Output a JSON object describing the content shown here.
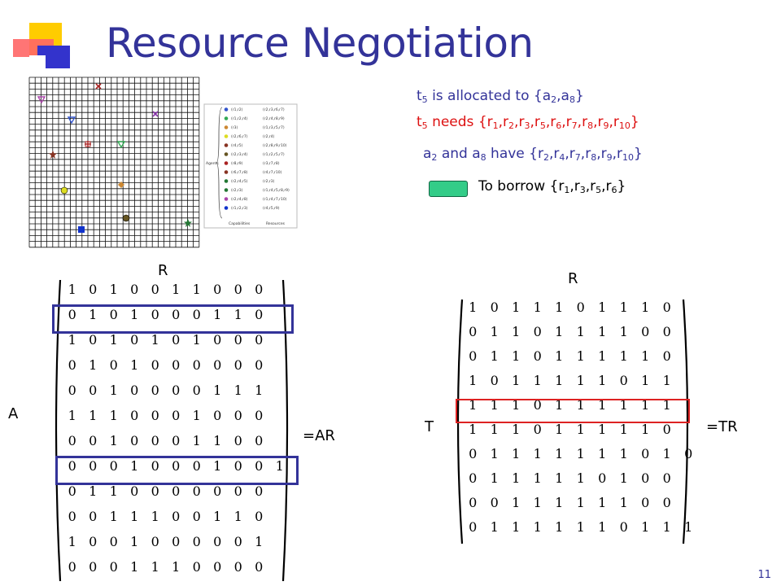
{
  "slide": {
    "title": "Resource Negotiation",
    "page_number": "11"
  },
  "statements": {
    "line1": {
      "t": "t",
      "t_sub": "5",
      "text": " is allocated to {a",
      "a1": "2",
      "comma": ",a",
      "a2": "8",
      "close": "}"
    },
    "line2": {
      "t": "t",
      "t_sub": "5",
      "prefix": " needs {",
      "items": [
        "1",
        "2",
        "3",
        "5",
        "6",
        "7",
        "8",
        "9",
        "10"
      ]
    },
    "line3": {
      "a": "a",
      "a_sub": "2",
      "mid": " and a",
      "a2_sub": "8",
      "prefix": " have {",
      "items": [
        "2",
        "4",
        "7",
        "8",
        "9",
        "10"
      ]
    },
    "line4": {
      "prefix": "To borrow {",
      "items": [
        "1",
        "3",
        "5",
        "6"
      ]
    }
  },
  "labels": {
    "r_left": "R",
    "r_right": "R",
    "a": "A",
    "t": "T",
    "ar": "=AR",
    "tr": "=TR"
  },
  "legend": {
    "side_label": "Agents",
    "footer_cap": "Capabilities",
    "footer_res": "Resources",
    "rows": [
      {
        "cap": "(r1,r2)",
        "res": "(r2,r3,r6,r7)"
      },
      {
        "cap": "(r1,r2,r4)",
        "res": "(r2,r4,r8,r9)"
      },
      {
        "cap": "(r3)",
        "res": "(r1,r3,r5,r7)"
      },
      {
        "cap": "(r2,r6,r7)",
        "res": "(r2,r4)"
      },
      {
        "cap": "(r4,r5)",
        "res": "(r2,r8,r9,r10)"
      },
      {
        "cap": "(r2,r3,r4)",
        "res": "(r1,r2,r5,r7)"
      },
      {
        "cap": "(r8,r9)",
        "res": "(r3,r7,r8)"
      },
      {
        "cap": "(r6,r7,r8)",
        "res": "(r4,r7,r10)"
      },
      {
        "cap": "(r2,r4,r5)",
        "res": "(r2,r3)"
      },
      {
        "cap": "(r2,r3)",
        "res": "(r1,r4,r5,r8,r9)"
      },
      {
        "cap": "(r2,r4,r8)",
        "res": "(r1,r4,r7,r10)"
      },
      {
        "cap": "(r1,r2,r3)",
        "res": "(r4,r5,r9)"
      }
    ]
  },
  "matrix_left": [
    [
      1,
      0,
      1,
      0,
      0,
      1,
      1,
      0,
      0,
      0
    ],
    [
      0,
      1,
      0,
      1,
      0,
      0,
      0,
      1,
      1,
      0
    ],
    [
      1,
      0,
      1,
      0,
      1,
      0,
      1,
      0,
      0,
      0
    ],
    [
      0,
      1,
      0,
      1,
      0,
      0,
      0,
      0,
      0,
      0
    ],
    [
      0,
      0,
      1,
      0,
      0,
      0,
      0,
      1,
      1,
      1
    ],
    [
      1,
      1,
      1,
      0,
      0,
      0,
      1,
      0,
      0,
      0
    ],
    [
      0,
      0,
      1,
      0,
      0,
      0,
      1,
      1,
      0,
      0
    ],
    [
      0,
      0,
      0,
      1,
      0,
      0,
      0,
      1,
      0,
      0,
      1
    ],
    [
      0,
      1,
      1,
      0,
      0,
      0,
      0,
      0,
      0,
      0
    ],
    [
      0,
      0,
      1,
      1,
      1,
      0,
      0,
      1,
      1,
      0
    ],
    [
      1,
      0,
      0,
      1,
      0,
      0,
      0,
      0,
      0,
      1
    ],
    [
      0,
      0,
      0,
      1,
      1,
      1,
      0,
      0,
      0,
      0
    ]
  ],
  "matrix_right": [
    [
      1,
      0,
      1,
      1,
      1,
      0,
      1,
      1,
      1,
      0
    ],
    [
      0,
      1,
      1,
      0,
      1,
      1,
      1,
      1,
      0,
      0
    ],
    [
      0,
      1,
      1,
      0,
      1,
      1,
      1,
      1,
      1,
      0
    ],
    [
      1,
      0,
      1,
      1,
      1,
      1,
      1,
      0,
      1,
      1
    ],
    [
      1,
      1,
      1,
      0,
      1,
      1,
      1,
      1,
      1,
      1
    ],
    [
      1,
      1,
      1,
      0,
      1,
      1,
      1,
      1,
      1,
      0
    ],
    [
      0,
      1,
      1,
      1,
      1,
      1,
      1,
      1,
      0,
      1,
      0
    ],
    [
      0,
      1,
      1,
      1,
      1,
      1,
      0,
      1,
      0,
      0
    ],
    [
      0,
      0,
      1,
      1,
      1,
      1,
      1,
      1,
      0,
      0
    ],
    [
      0,
      1,
      1,
      1,
      1,
      1,
      1,
      0,
      1,
      1,
      1
    ]
  ],
  "colors": {
    "title": "#333399",
    "highlight_blue": "#333399",
    "highlight_red": "#dd2222",
    "needs_text": "#dd1111",
    "arrow": "#33cc88"
  }
}
